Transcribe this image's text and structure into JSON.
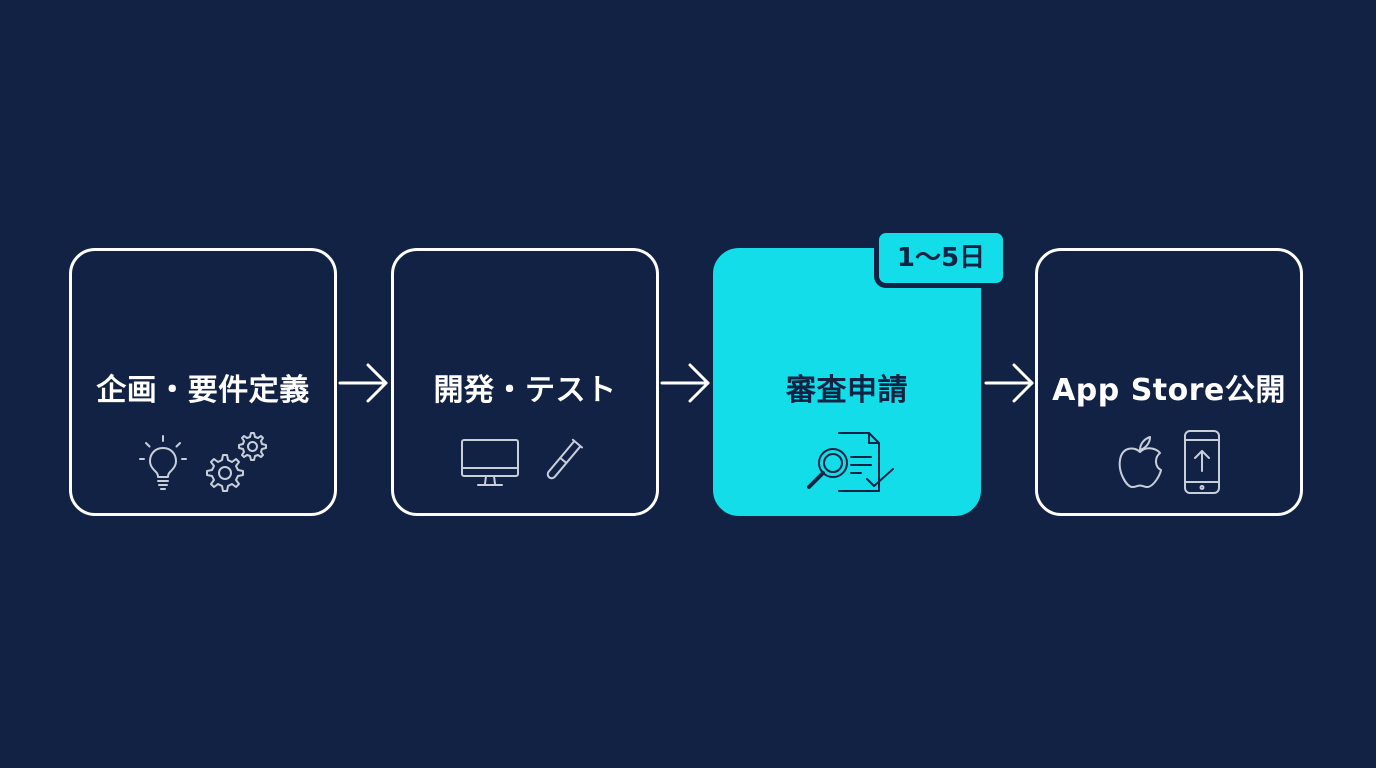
{
  "steps": [
    {
      "label": "企画・要件定義",
      "icons": [
        "lightbulb-icon",
        "gears-icon"
      ]
    },
    {
      "label": "開発・テスト",
      "icons": [
        "monitor-icon",
        "test-tube-icon"
      ]
    },
    {
      "label": "審査申請",
      "icons": [
        "document-review-icon"
      ],
      "badge": "1〜5日"
    },
    {
      "label": "App Store公開",
      "icons": [
        "apple-logo-icon",
        "smartphone-upload-icon"
      ]
    }
  ],
  "colors": {
    "background": "#112244",
    "active_step": "#12dde8",
    "outline": "#ffffff",
    "icon_muted": "#c8cfdb",
    "active_text": "#0f2344"
  }
}
